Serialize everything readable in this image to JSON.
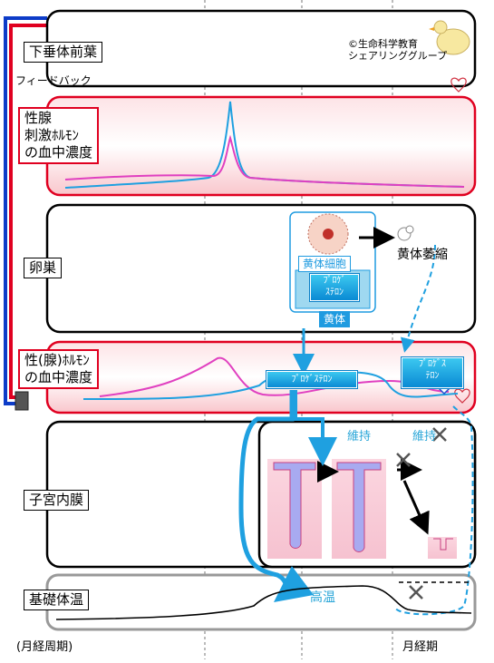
{
  "copyright": "©生命科学教育\nシェアリンググループ",
  "rows": {
    "pituitary": "下垂体前葉",
    "gonadotropin": "性腺\n刺激ﾎﾙﾓﾝ\nの血中濃度",
    "ovary": "卵巣",
    "sex_hormone": "性(腺)ﾎﾙﾓﾝ\nの血中濃度",
    "endometrium": "子宮内膜",
    "bbt": "基礎体温"
  },
  "feedback": "フィードバック",
  "ovary_panel": {
    "luteal_cell": "黄体細胞",
    "progesterone_btn": "ﾌﾟﾛｹﾞ\nｽﾃﾛﾝ",
    "corpus_luteum": "黄体",
    "atrophy": "黄体萎縮"
  },
  "hormone_panel": {
    "progesterone_mid": "ﾌﾟﾛｹﾞｽﾃﾛﾝ",
    "progesterone_right": "ﾌﾟﾛｹﾞｽ\nﾃﾛﾝ"
  },
  "endometrium_panel": {
    "maintain1": "維持",
    "maintain2": "維持"
  },
  "bbt_panel": {
    "high_temp": "高温"
  },
  "footer": {
    "cycle": "(月経周期)",
    "menses": "月経期"
  },
  "colors": {
    "cyan": "#1fa0e0",
    "pink": "#e040c0",
    "red": "#e00020",
    "blue": "#0d3cc8"
  }
}
